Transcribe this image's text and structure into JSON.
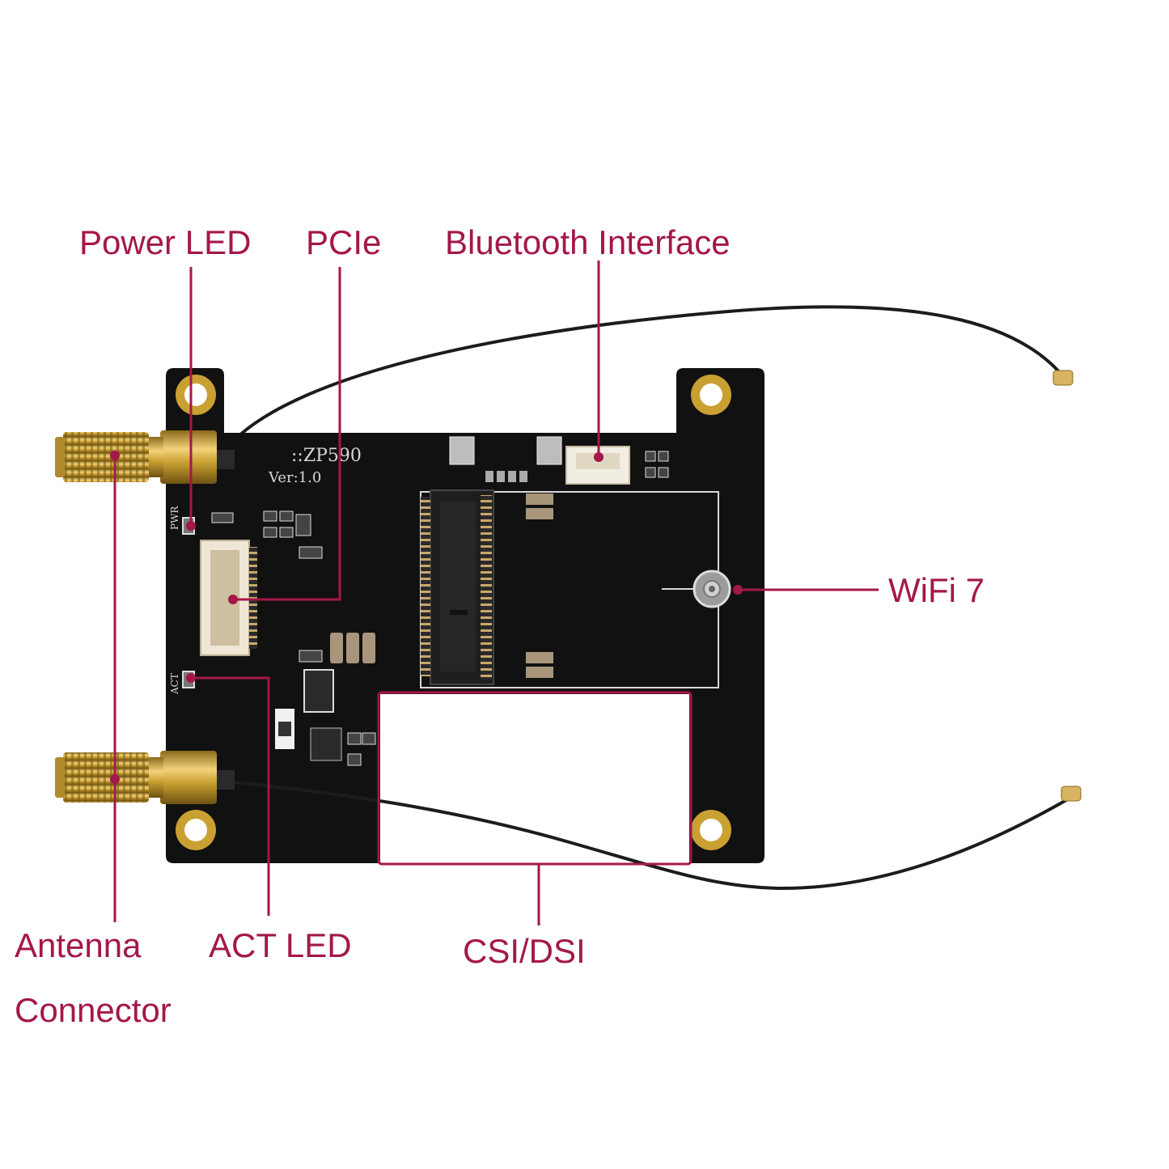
{
  "board": {
    "silk_model": "::ZP590",
    "silk_version": "Ver:1.0",
    "silk_pwr": "PWR",
    "silk_act": "ACT"
  },
  "labels": {
    "power_led": "Power LED",
    "pcie": "PCIe",
    "bluetooth": "Bluetooth Interface",
    "wifi": "WiFi 7",
    "antenna_line1": "Antenna",
    "antenna_line2": "Connector",
    "act_led": "ACT LED",
    "csi_dsi": "CSI/DSI"
  },
  "colors": {
    "callout": "#a4174a",
    "pcb": "#111111",
    "gold": "#c9a032",
    "cable": "#1c1c1c"
  }
}
